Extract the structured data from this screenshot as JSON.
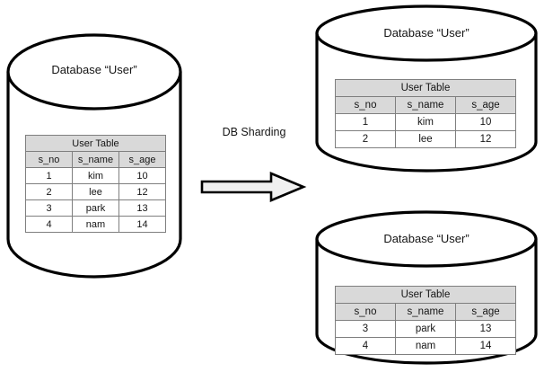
{
  "diagram": {
    "title_text": "DB Sharding",
    "table_title": "User Table",
    "columns": [
      "s_no",
      "s_name",
      "s_age"
    ],
    "colors": {
      "stroke": "#000000",
      "fill": "#ffffff",
      "header_fill": "#d9d9d9",
      "cell_border": "#7f7f7f",
      "arrow_fill": "#f0f0f0",
      "text": "#151515"
    }
  },
  "source_db": {
    "label": "Database “User”",
    "table": {
      "title": "User Table",
      "columns": [
        "s_no",
        "s_name",
        "s_age"
      ],
      "rows": [
        [
          "1",
          "kim",
          "10"
        ],
        [
          "2",
          "lee",
          "12"
        ],
        [
          "3",
          "park",
          "13"
        ],
        [
          "4",
          "nam",
          "14"
        ]
      ]
    }
  },
  "shard_top": {
    "label": "Database “User”",
    "table": {
      "title": "User Table",
      "columns": [
        "s_no",
        "s_name",
        "s_age"
      ],
      "rows": [
        [
          "1",
          "kim",
          "10"
        ],
        [
          "2",
          "lee",
          "12"
        ]
      ]
    }
  },
  "shard_bottom": {
    "label": "Database “User”",
    "table": {
      "title": "User Table",
      "columns": [
        "s_no",
        "s_name",
        "s_age"
      ],
      "rows": [
        [
          "3",
          "park",
          "13"
        ],
        [
          "4",
          "nam",
          "14"
        ]
      ]
    }
  },
  "arrow": {
    "name": "db-sharding-arrow",
    "direction": "right"
  }
}
